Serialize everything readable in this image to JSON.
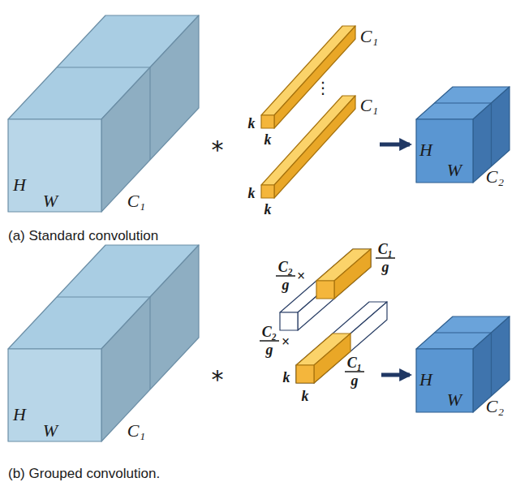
{
  "diagram": {
    "labels": [
      "H",
      "W",
      "C₁",
      "*",
      "k",
      "k",
      "C₁",
      "⋮",
      "k",
      "k",
      "C₁",
      "H",
      "W",
      "C₂",
      "(a) Standard convolution",
      "H",
      "W",
      "C₁",
      "*",
      "C₂",
      "g",
      "×",
      "C₁",
      "g",
      "C₂",
      "g",
      "×",
      "k",
      "k",
      "C₁",
      "g",
      "H",
      "W",
      "C₂",
      "(b) Grouped convolution."
    ]
  }
}
